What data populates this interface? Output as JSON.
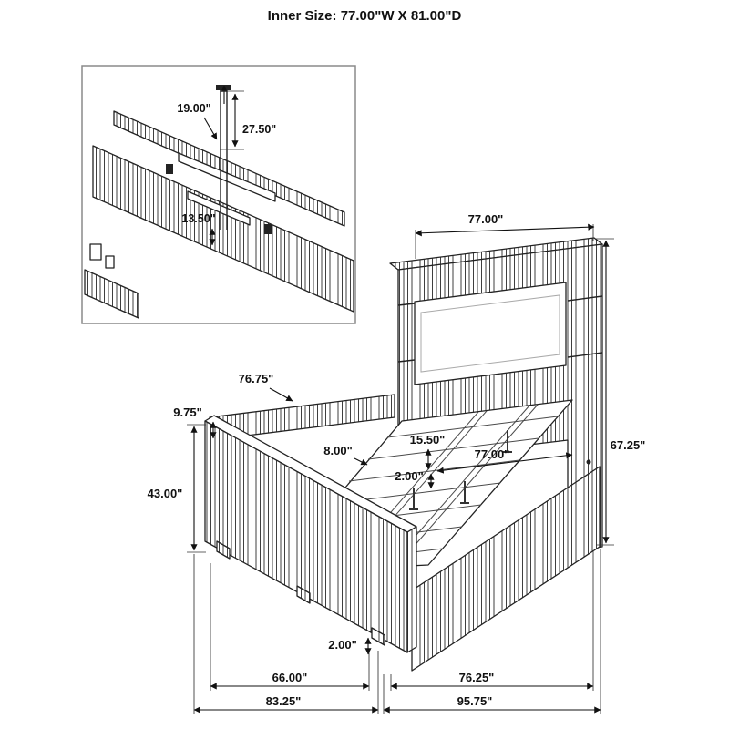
{
  "title": "Inner Size: 77.00\"W X 81.00\"D",
  "inset": {
    "height_19": "19.00\"",
    "height_27_5": "27.50\"",
    "depth_13_5": "13.50\""
  },
  "dims": {
    "top_width": "77.00\"",
    "rail_length": "76.75\"",
    "rail_width": "9.75\"",
    "footboard_height": "43.00\"",
    "slat_gap": "8.00\"",
    "ledge_depth": "15.50\"",
    "inner_width": "77.00\"",
    "slat_thickness": "2.00\"",
    "headboard_height": "67.25\"",
    "leg_height": "2.00\"",
    "footboard_inner_width": "66.00\"",
    "rail_outer_length": "76.25\"",
    "footboard_outer_width": "83.25\"",
    "overall_depth": "95.75\""
  }
}
